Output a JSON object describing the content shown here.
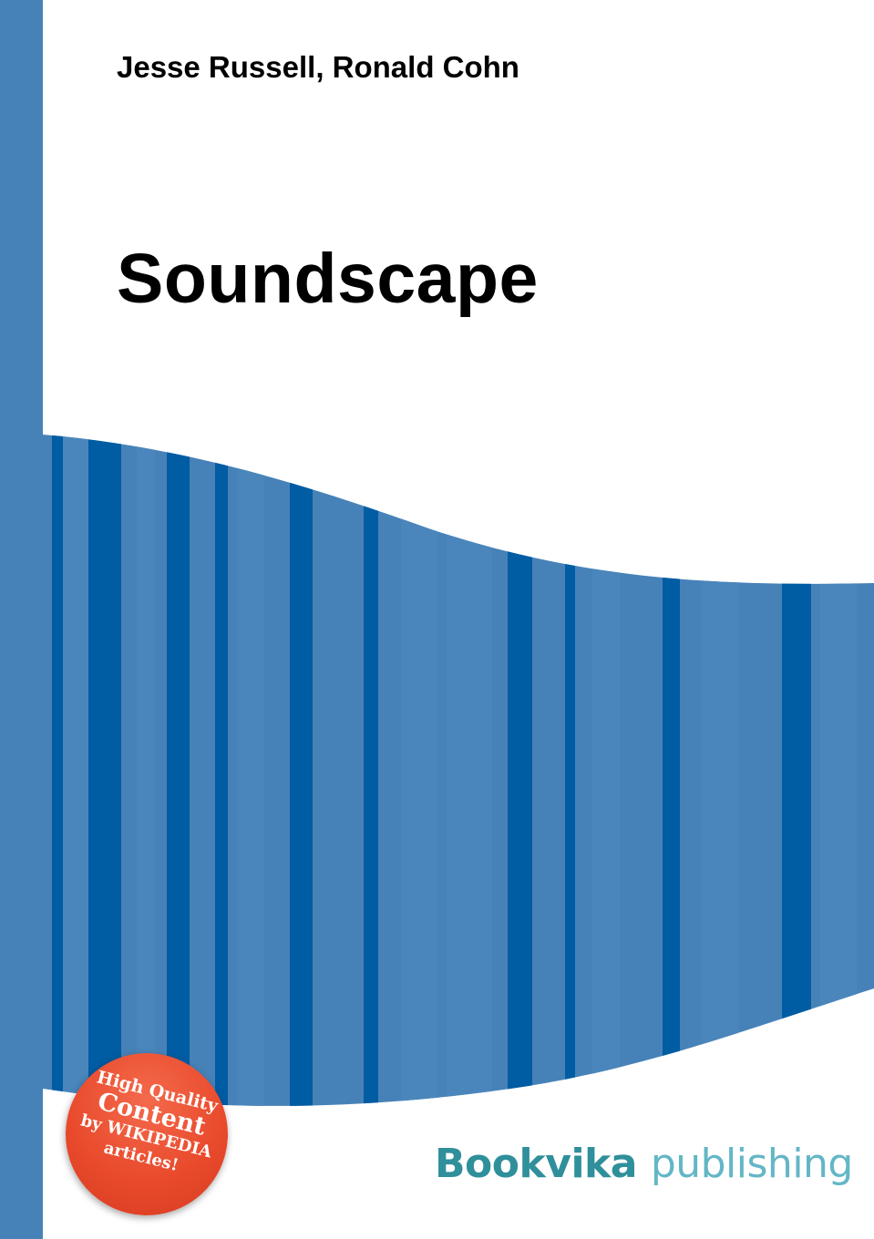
{
  "cover": {
    "authors": "Jesse Russell, Ronald Cohn",
    "title": "Soundscape",
    "badge": {
      "line1": "High Quality",
      "line2": "Content",
      "line3": "by WIKIPEDIA",
      "line4": "articles!"
    },
    "publisher": {
      "name": "Bookvika",
      "suffix": "publishing"
    }
  },
  "colors": {
    "stripe_base": "#4682b8",
    "stripe_dark": "#005ca3",
    "badge": "#e94a2c",
    "publisher_primary": "#2f8f9a",
    "publisher_secondary": "#63b6c6"
  }
}
